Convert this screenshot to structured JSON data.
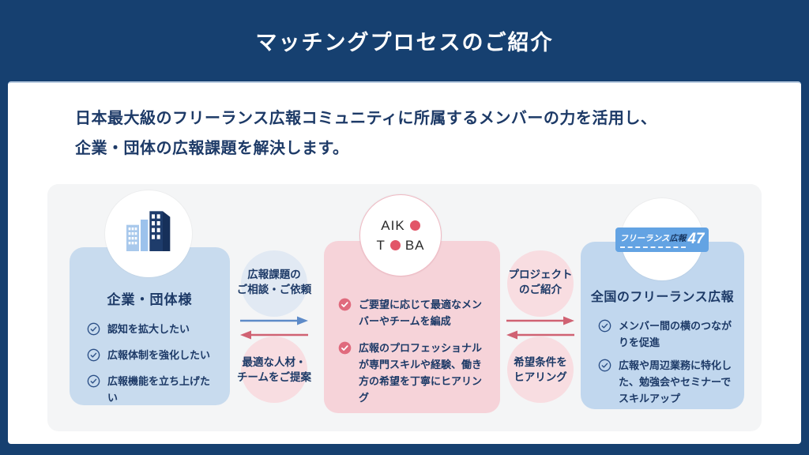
{
  "header": {
    "title": "マッチングプロセスのご紹介"
  },
  "intro": {
    "line1": "日本最大級のフリーランス広報コミュニティに所属するメンバーの力を活用し、",
    "line2": "企業・団体の広報課題を解決します。"
  },
  "panels": {
    "company": {
      "title": "企業・団体様",
      "items": [
        "認知を拡大したい",
        "広報体制を強化したい",
        "広報機能を立ち上げたい"
      ]
    },
    "aikotoba": {
      "logo": {
        "line1": "AIK",
        "line2_start": "T",
        "line2_end": "BA"
      },
      "items": [
        "ご要望に応じて最適なメンバーやチームを編成",
        "広報のプロフェッショナルが専門スキルや経験、働き方の希望を丁寧にヒアリング"
      ]
    },
    "freelance": {
      "badge": {
        "text1": "フリーランス",
        "text2": "広報",
        "number": "47"
      },
      "title": "全国のフリーランス広報",
      "items": [
        "メンバー間の横のつながりを促進",
        "広報や周辺業務に特化した、勉強会やセミナーでスキルアップ"
      ]
    }
  },
  "flows": {
    "left": {
      "top": [
        "広報課題の",
        "ご相談・ご依頼"
      ],
      "bottom": [
        "最適な人材・",
        "チームをご提案"
      ]
    },
    "right": {
      "top": [
        "プロジェクト",
        "のご紹介"
      ],
      "bottom": [
        "希望条件を",
        "ヒアリング"
      ]
    }
  },
  "icons": {
    "company_circle": "buildings-icon",
    "check_outline": "check-circle-icon",
    "check_filled": "check-circle-filled-icon",
    "arrows": [
      "arrow-right-icon",
      "arrow-left-icon"
    ]
  },
  "colors": {
    "frame_navy": "#164070",
    "text_navy": "#1d3a67",
    "board_gray": "#f4f5f6",
    "panel_blue": "#c8dbee",
    "panel_pink": "#f6d3d9",
    "arrow_blue": "#5e8bc8",
    "arrow_red": "#d06273",
    "check_pink": "#e06a7d",
    "logo_dot_pink": "#e25668",
    "badge_blue": "#63a3e3"
  }
}
